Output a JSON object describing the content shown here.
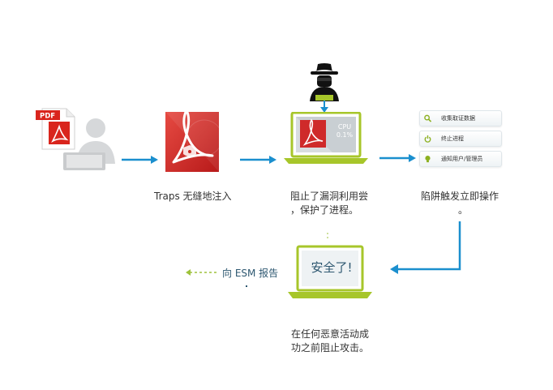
{
  "pdf_label": "PDF",
  "steps": {
    "traps_caption": "Traps 无缝地注入",
    "block_caption_line1": "阻止了漏洞利用尝",
    "block_caption_line2": "，保护了进程。",
    "trap_caption_line1": "陷阱触发立即操作",
    "trap_caption_line2": "。"
  },
  "cpu": {
    "label": "CPU",
    "value": "0.1%"
  },
  "actions": [
    {
      "label": "收集取证数据",
      "icon": "magnifier-icon"
    },
    {
      "label": "终止进程",
      "icon": "power-icon"
    },
    {
      "label": "通知用户/管理员",
      "icon": "bulb-icon"
    }
  ],
  "safe": {
    "text": "安全了!",
    "report_label": "向 ESM 报告",
    "caption_line1": "在任何恶意活动成",
    "caption_line2": "功之前阻止攻击。"
  },
  "colors": {
    "arrow_blue": "#1b8fce",
    "laptop_green": "#a7c62a",
    "acrobat_red": "#d42a2a",
    "report_green": "#9dc23b"
  }
}
